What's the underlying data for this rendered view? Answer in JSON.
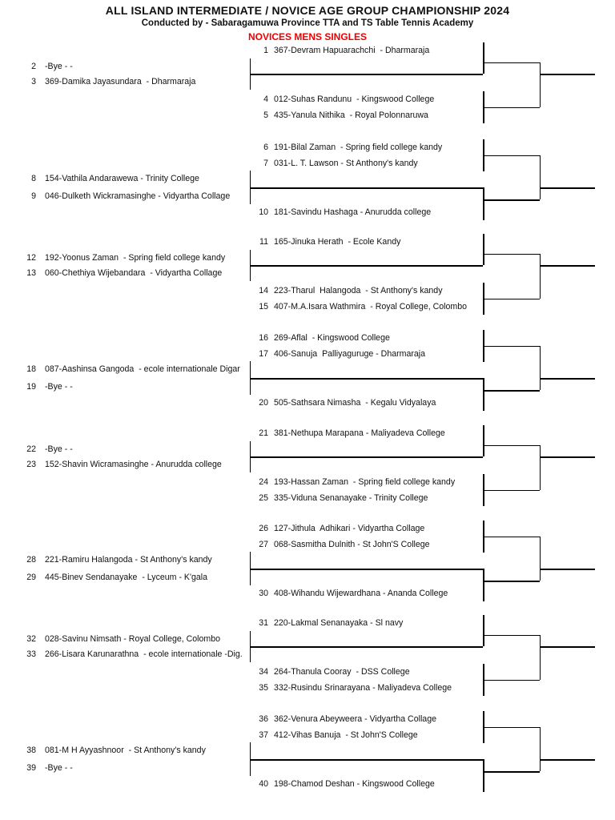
{
  "header": {
    "title": "ALL ISLAND INTERMEDIATE / NOVICE AGE GROUP CHAMPIONSHIP 2024",
    "subtitle": "Conducted by - Sabaragamuwa Province TTA and TS Table Tennis Academy",
    "event": "NOVICES MENS SINGLES",
    "event_color": "#ee0000"
  },
  "bracket": {
    "entries": [
      {
        "no": "1",
        "label": "367-Devram Hapuarachchi  - Dharmaraja",
        "indent": true
      },
      {
        "no": "2",
        "label": "-Bye - -",
        "indent": false
      },
      {
        "no": "3",
        "label": "369-Damika Jayasundara  - Dharmaraja",
        "indent": false
      },
      {
        "no": "4",
        "label": "012-Suhas Randunu  - Kingswood College",
        "indent": true
      },
      {
        "no": "5",
        "label": "435-Yanula Nithika  - Royal Polonnaruwa",
        "indent": true
      },
      {
        "no": "6",
        "label": "191-Bilal Zaman  - Spring field college kandy",
        "indent": true
      },
      {
        "no": "7",
        "label": "031-L. T. Lawson - St Anthony's kandy",
        "indent": true
      },
      {
        "no": "8",
        "label": "154-Vathila Andarawewa - Trinity College",
        "indent": false
      },
      {
        "no": "9",
        "label": "046-Dulketh Wickramasinghe - Vidyartha Collage",
        "indent": false
      },
      {
        "no": "10",
        "label": "181-Savindu Hashaga - Anurudda college",
        "indent": true
      },
      {
        "no": "11",
        "label": "165-Jinuka Herath  - Ecole Kandy",
        "indent": true
      },
      {
        "no": "12",
        "label": "192-Yoonus Zaman  - Spring field college kandy",
        "indent": false
      },
      {
        "no": "13",
        "label": "060-Chethiya Wijebandara  - Vidyartha Collage",
        "indent": false
      },
      {
        "no": "14",
        "label": "223-Tharul  Halangoda  - St Anthony's kandy",
        "indent": true
      },
      {
        "no": "15",
        "label": "407-M.A.Isara Wathmira  - Royal College, Colombo",
        "indent": true
      },
      {
        "no": "16",
        "label": "269-Aflal  - Kingswood College",
        "indent": true
      },
      {
        "no": "17",
        "label": "406-Sanuja  Palliyaguruge - Dharmaraja",
        "indent": true
      },
      {
        "no": "18",
        "label": "087-Aashinsa Gangoda  - ecole internationale Digar",
        "indent": false
      },
      {
        "no": "19",
        "label": "-Bye - -",
        "indent": false
      },
      {
        "no": "20",
        "label": "505-Sathsara Nimasha  - Kegalu Vidyalaya",
        "indent": true
      },
      {
        "no": "21",
        "label": "381-Nethupa Marapana - Maliyadeva College",
        "indent": true
      },
      {
        "no": "22",
        "label": "-Bye - -",
        "indent": false
      },
      {
        "no": "23",
        "label": "152-Shavin Wicramasinghe - Anurudda college",
        "indent": false
      },
      {
        "no": "24",
        "label": "193-Hassan Zaman  - Spring field college kandy",
        "indent": true
      },
      {
        "no": "25",
        "label": "335-Viduna Senanayake - Trinity College",
        "indent": true
      },
      {
        "no": "26",
        "label": "127-Jithula  Adhikari - Vidyartha Collage",
        "indent": true
      },
      {
        "no": "27",
        "label": "068-Sasmitha Dulnith - St John'S College",
        "indent": true
      },
      {
        "no": "28",
        "label": "221-Ramiru Halangoda - St Anthony's kandy",
        "indent": false
      },
      {
        "no": "29",
        "label": "445-Binev Sendanayake  - Lyceum - K'gala",
        "indent": false
      },
      {
        "no": "30",
        "label": "408-Wihandu Wijewardhana - Ananda College",
        "indent": true
      },
      {
        "no": "31",
        "label": "220-Lakmal Senanayaka - Sl navy",
        "indent": true
      },
      {
        "no": "32",
        "label": "028-Savinu Nimsath - Royal College, Colombo",
        "indent": false
      },
      {
        "no": "33",
        "label": "266-Lisara Karunarathna  - ecole internationale -Dig.",
        "indent": false
      },
      {
        "no": "34",
        "label": "264-Thanula Cooray  - DSS College",
        "indent": true
      },
      {
        "no": "35",
        "label": "332-Rusindu Srinarayana - Maliyadeva College",
        "indent": true
      },
      {
        "no": "36",
        "label": "362-Venura Abeyweera - Vidyartha Collage",
        "indent": true
      },
      {
        "no": "37",
        "label": "412-Vihas Banuja  - St John'S College",
        "indent": true
      },
      {
        "no": "38",
        "label": "081-M H Ayyashnoor  - St Anthony's kandy",
        "indent": false
      },
      {
        "no": "39",
        "label": "-Bye - -",
        "indent": false
      },
      {
        "no": "40",
        "label": "198-Chamod Deshan - Kingswood College",
        "indent": true
      }
    ]
  }
}
